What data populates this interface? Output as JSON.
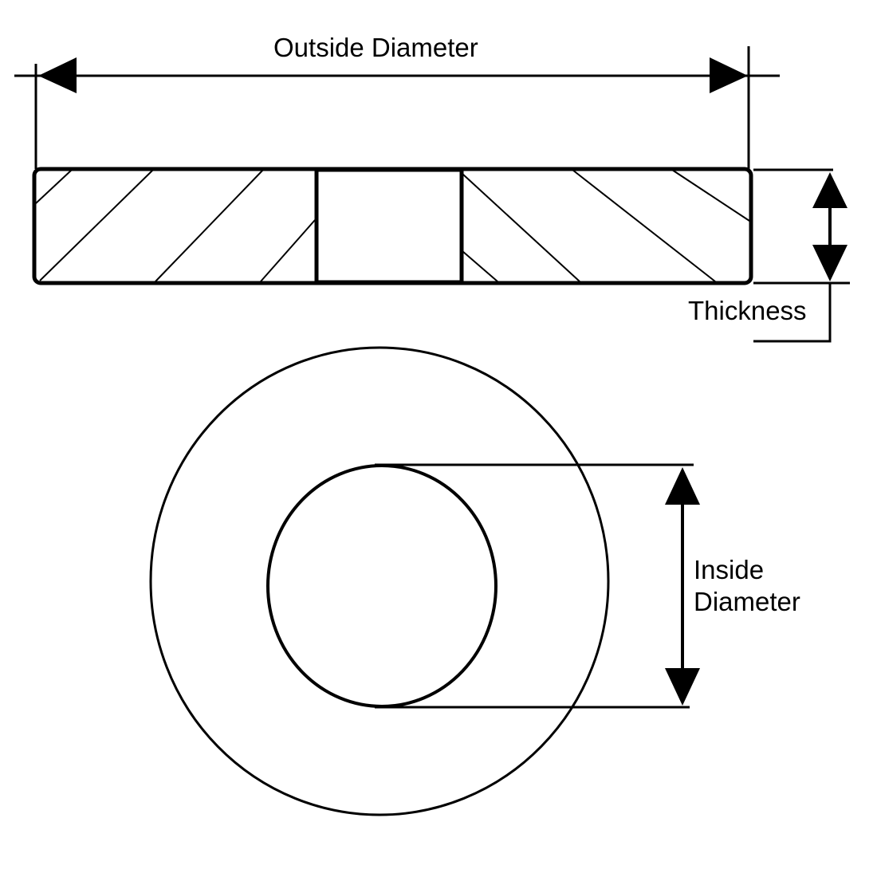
{
  "diagram": {
    "subject": "Washer",
    "views": [
      "cross-section (side view)",
      "top view"
    ],
    "labels": {
      "outside_diameter": "Outside Diameter",
      "thickness": "Thickness",
      "inside_diameter_line1": "Inside",
      "inside_diameter_line2": "Diameter"
    },
    "colors": {
      "line": "#000000",
      "background": "#ffffff"
    }
  }
}
